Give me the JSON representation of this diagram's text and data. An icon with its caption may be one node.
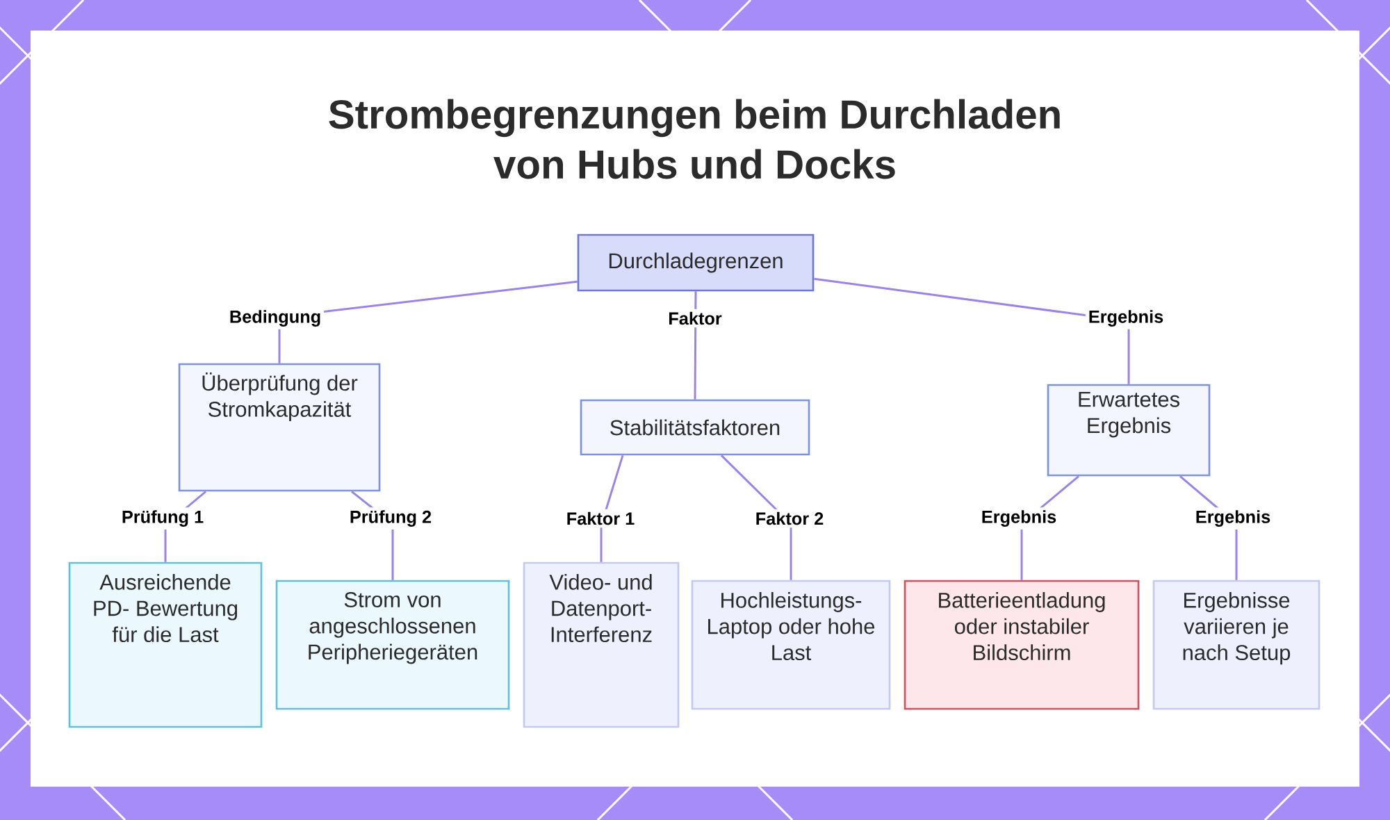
{
  "diagram": {
    "title": "Strombegrenzungen beim Durchladen von Hubs und Docks",
    "nodes": [
      {
        "text": [
          "Durchladegrenzen"
        ]
      },
      {
        "text": [
          "Überprüfung der Stromkapazität"
        ]
      },
      {
        "text": [
          "Stabilitätsfaktoren"
        ]
      },
      {
        "text": [
          "Erwartetes Ergebnis"
        ]
      },
      {
        "text": [
          "Ausreichende PD- Bewertung für die Last"
        ]
      },
      {
        "text": [
          "Strom von angeschlossenen Peripheriegeräten"
        ]
      },
      {
        "text": [
          "Video- und Datenport- Interferenz"
        ]
      },
      {
        "text": [
          "Hochleistungs- Laptop oder hohe Last"
        ]
      },
      {
        "text": [
          "Batterieentladung oder instabiler Bildschirm"
        ]
      },
      {
        "text": [
          "Ergebnisse variieren je nach Setup"
        ]
      }
    ],
    "edges": [
      {
        "from": 0,
        "to": 1,
        "arrow": "none",
        "label": "Bedingung"
      },
      {
        "from": 0,
        "to": 2,
        "arrow": "none",
        "label": "Faktor"
      },
      {
        "from": 0,
        "to": 3,
        "arrow": "none",
        "label": "Ergebnis"
      },
      {
        "from": 1,
        "to": 4,
        "arrow": "none",
        "label": "Prüfung 1"
      },
      {
        "from": 1,
        "to": 5,
        "arrow": "none",
        "label": "Prüfung 2"
      },
      {
        "from": 2,
        "to": 6,
        "arrow": "none",
        "label": "Faktor 1"
      },
      {
        "from": 2,
        "to": 7,
        "arrow": "none",
        "label": "Faktor 2"
      },
      {
        "from": 3,
        "to": 8,
        "arrow": "none",
        "label": "Ergebnis"
      },
      {
        "from": 3,
        "to": 9,
        "arrow": "none",
        "label": "Ergebnis"
      }
    ]
  }
}
